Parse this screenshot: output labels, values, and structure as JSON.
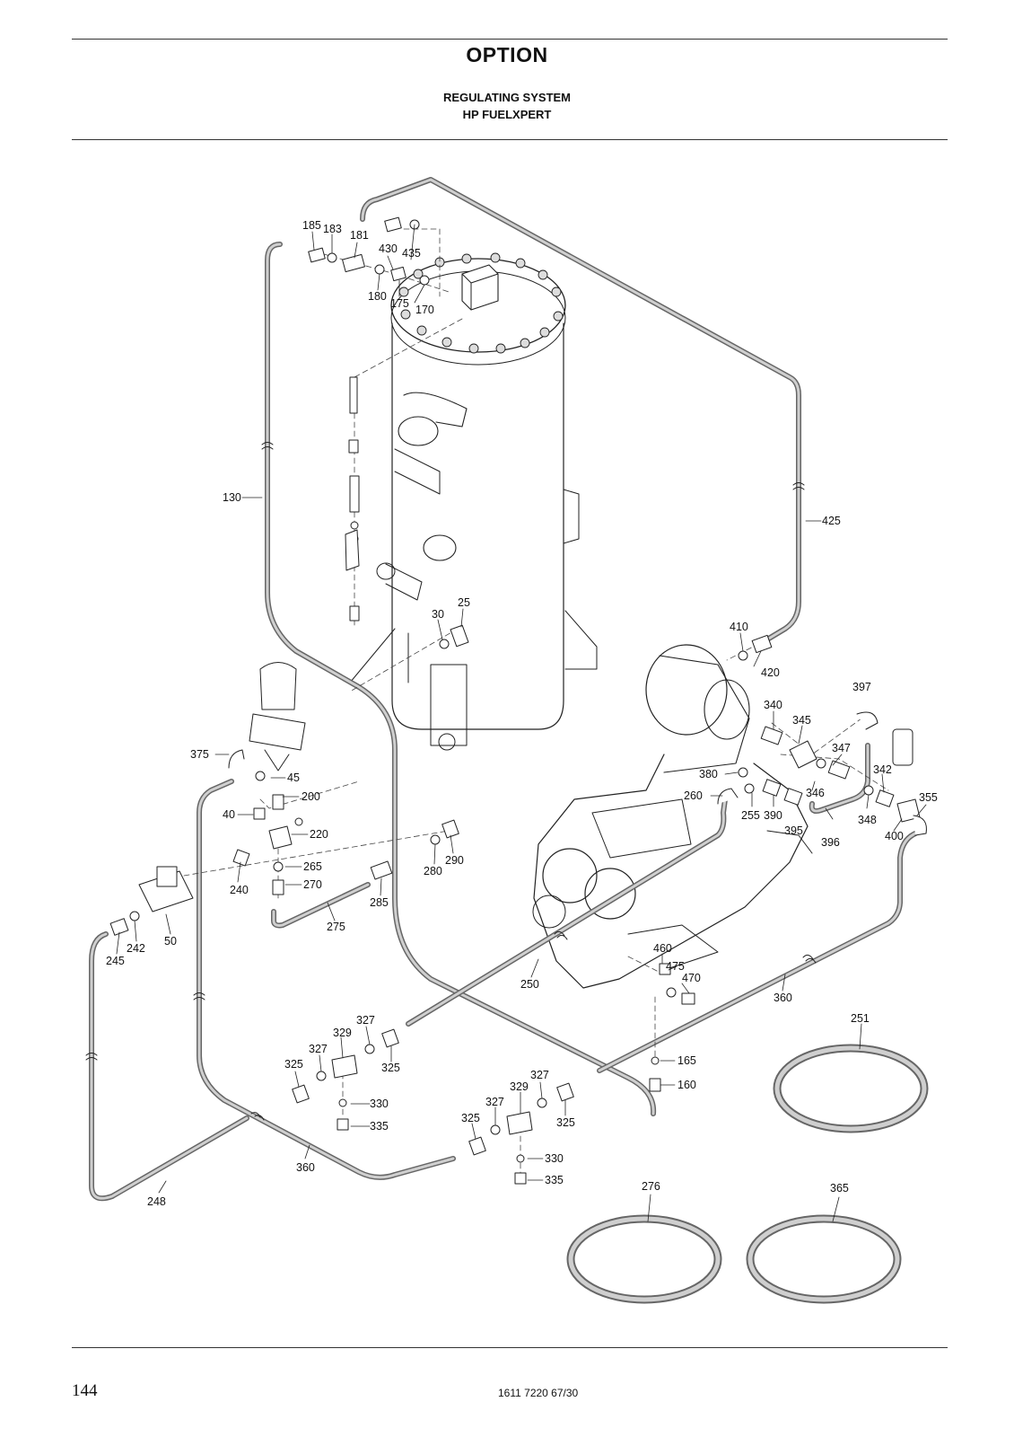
{
  "header": {
    "title": "OPTION",
    "subtitle_1": "REGULATING SYSTEM",
    "subtitle_2": "HP FUELXPERT"
  },
  "footer": {
    "page_number": "144",
    "document_number": "1611 7220 67/30"
  },
  "callouts": {
    "c185": "185",
    "c183": "183",
    "c181": "181",
    "c430": "430",
    "c435": "435",
    "c180": "180",
    "c175": "175",
    "c170": "170",
    "c130": "130",
    "c425": "425",
    "c30": "30",
    "c25": "25",
    "c410": "410",
    "c420": "420",
    "c397": "397",
    "c340": "340",
    "c345": "345",
    "c347": "347",
    "c380": "380",
    "c342": "342",
    "c355": "355",
    "c260": "260",
    "c255": "255",
    "c390": "390",
    "c346": "346",
    "c348": "348",
    "c395": "395",
    "c396": "396",
    "c400": "400",
    "c375": "375",
    "c45": "45",
    "c200": "200",
    "c40": "40",
    "c220": "220",
    "c240": "240",
    "c265": "265",
    "c270": "270",
    "c275": "275",
    "c285": "285",
    "c280": "280",
    "c290": "290",
    "c50": "50",
    "c242": "242",
    "c245": "245",
    "c460": "460",
    "c475": "475",
    "c470": "470",
    "c250": "250",
    "c360a": "360",
    "c360b": "360",
    "c251": "251",
    "c327a": "327",
    "c329a": "329",
    "c327b": "327",
    "c325a": "325",
    "c325b": "325",
    "c330a": "330",
    "c335a": "335",
    "c165": "165",
    "c160": "160",
    "c327c": "327",
    "c329b": "329",
    "c327d": "327",
    "c325c": "325",
    "c325d": "325",
    "c330b": "330",
    "c335b": "335",
    "c248": "248",
    "c276": "276",
    "c365": "365"
  }
}
